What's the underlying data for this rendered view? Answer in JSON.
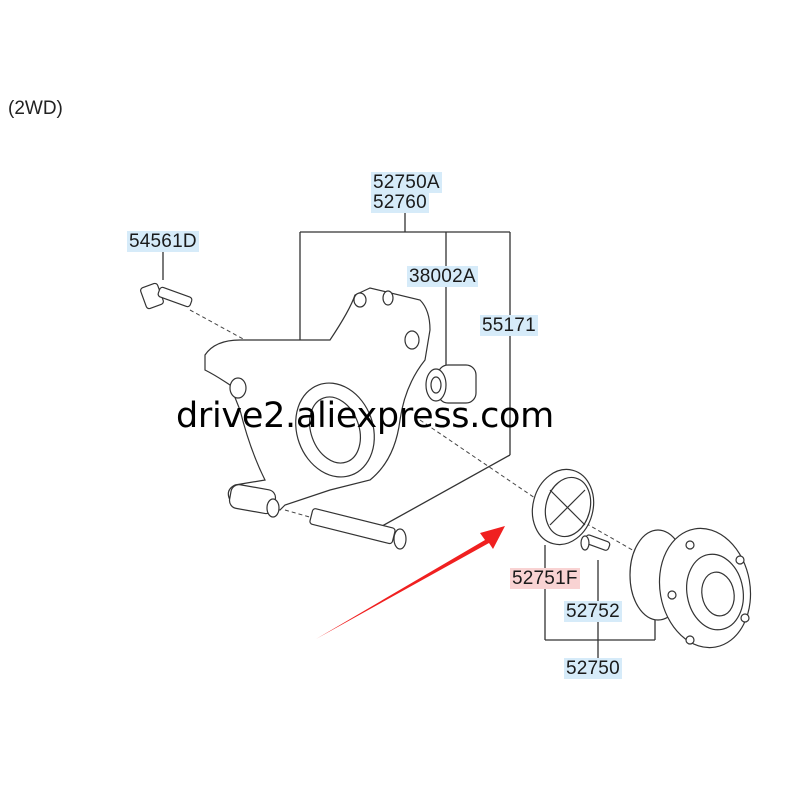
{
  "diagram": {
    "variant_label": "(2WD)",
    "watermark": "drive2.aliexpress.com",
    "parts": [
      {
        "id": "52750A",
        "name": "knuckle-assembly-part-a"
      },
      {
        "id": "52760",
        "name": "knuckle-assembly"
      },
      {
        "id": "54561D",
        "name": "bolt"
      },
      {
        "id": "38002A",
        "name": "bushing"
      },
      {
        "id": "55171",
        "name": "bolt-long"
      },
      {
        "id": "52751F",
        "name": "dust-cover",
        "highlighted": true
      },
      {
        "id": "52752",
        "name": "wheel-hub-bolt"
      },
      {
        "id": "52750",
        "name": "wheel-hub-assembly"
      }
    ],
    "colors": {
      "label_bg": "#d6ebf9",
      "highlight_bg": "#f9d3d3",
      "arrow": "#f02020",
      "line": "#333333"
    }
  }
}
